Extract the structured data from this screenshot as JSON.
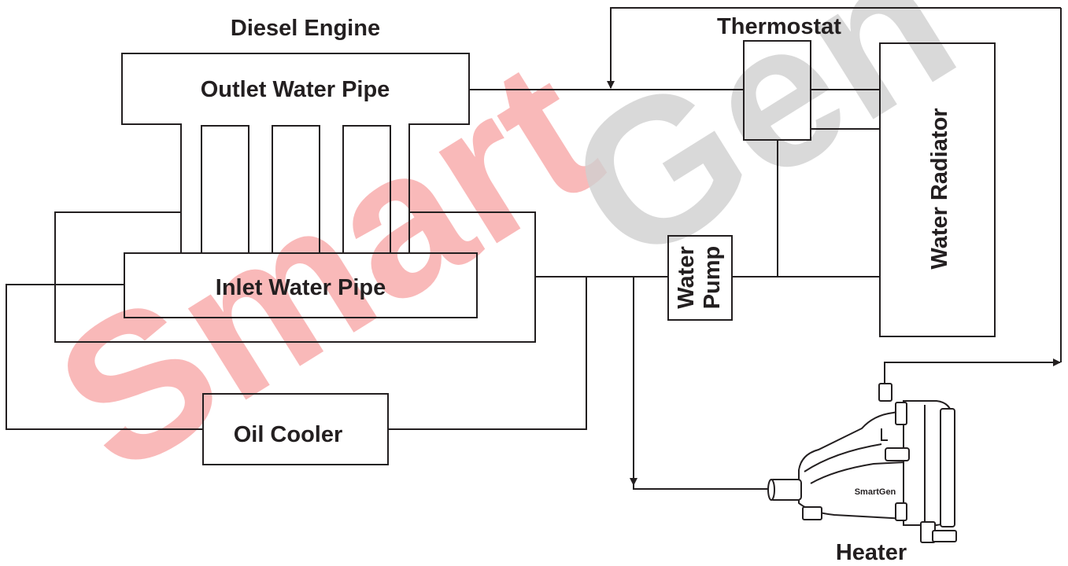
{
  "title": "Diesel Engine",
  "labels": {
    "outlet_water_pipe": "Outlet Water Pipe",
    "inlet_water_pipe": "Inlet Water Pipe",
    "thermostat": "Thermostat",
    "water_radiator": "Water Radiator",
    "water_pump_line1": "Water",
    "water_pump_line2": "Pump",
    "oil_cooler": "Oil Cooler",
    "heater": "Heater"
  },
  "heater_brand": "SmartGen",
  "watermark": {
    "text_left": "Smart",
    "text_right": "Gen",
    "color_left": "#f7a1a1",
    "color_right": "#cfcfcf"
  },
  "colors": {
    "line": "#231f20",
    "background": "#ffffff"
  }
}
